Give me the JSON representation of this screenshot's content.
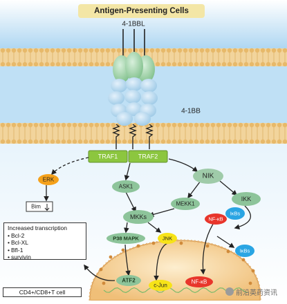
{
  "header": {
    "title": "Antigen-Presenting Cells"
  },
  "ligand": {
    "name": "4-1BBL"
  },
  "receptor": {
    "name": "4-1BB"
  },
  "adaptors": {
    "traf1": "TRAF1",
    "traf2": "TRAF2"
  },
  "nodes": {
    "erk": "ERK",
    "bim": "Bim",
    "ask1": "ASK1",
    "nik": "NIK",
    "mekk1": "MEKK1",
    "ikk": "IKK",
    "mkks": "MKKs",
    "p38": "P38 MAPK",
    "jnk": "JNK",
    "nfkb": "NF-κB",
    "ikbs": "IκBs",
    "ikbs_free": "IκBs",
    "atf2": "ATF2",
    "cjun": "c-Jun",
    "nfkb_nuc": "NF-κB"
  },
  "transcription": {
    "title": "Increased transcription",
    "items": [
      "Bcl-2",
      "Bcl-XL",
      "Bfl-1",
      "survivin"
    ]
  },
  "cell_label": "CD4+/CD8+T cell",
  "watermark": {
    "text": "前沿英药资讯"
  },
  "colors": {
    "title_bg": "#f3e6a6",
    "membrane": "#f2d49c",
    "cytoplasm_blue": "#bfe0f5",
    "traf_green": "#8cc63f",
    "node_green": "#8dc49a",
    "erk_orange": "#f5a11a",
    "jnk_yellow": "#f7e318",
    "nfkb_red": "#e8352b",
    "ikbs_blue": "#2aa5e3",
    "nucleus": "#f8d7a1"
  }
}
